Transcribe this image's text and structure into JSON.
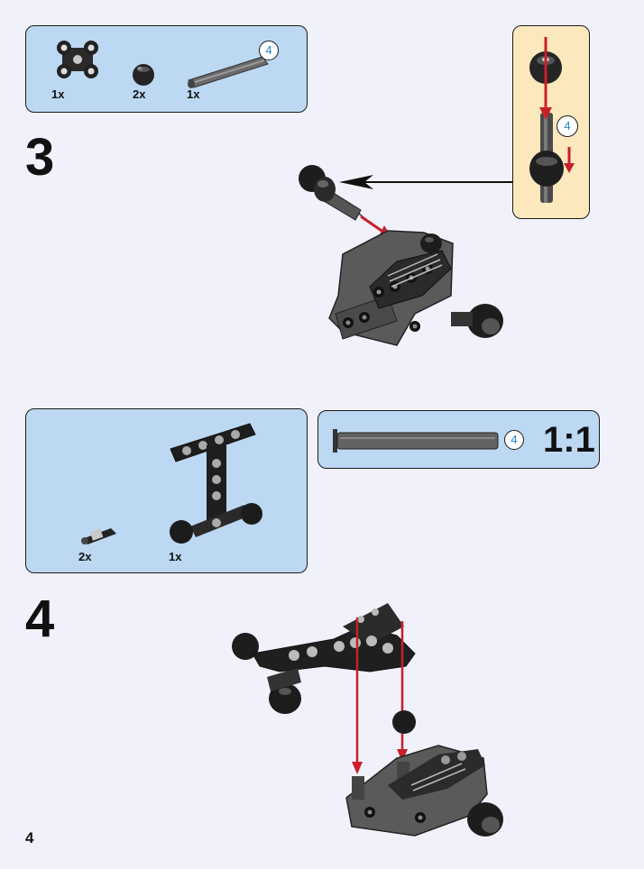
{
  "step3": {
    "number": "3",
    "parts": [
      {
        "qty": "1x",
        "icon": "cross-connector-part"
      },
      {
        "qty": "2x",
        "icon": "ball-joint-part"
      },
      {
        "qty": "1x",
        "icon": "axle-part",
        "length": "4"
      }
    ],
    "callout_length": "4"
  },
  "step4": {
    "number": "4",
    "parts": [
      {
        "qty": "2x",
        "icon": "pin-part"
      },
      {
        "qty": "1x",
        "icon": "arm-subassembly-part"
      }
    ],
    "axle_length": "4",
    "scale": "1:1"
  },
  "page_number": "4",
  "colors": {
    "panel": "#bcd8f2",
    "callout": "#fbe8bd",
    "arrow_red": "#c8202a",
    "part_dark": "#1e1e1e",
    "part_grey": "#5d5d5d",
    "badge_text": "#1f86c8"
  }
}
